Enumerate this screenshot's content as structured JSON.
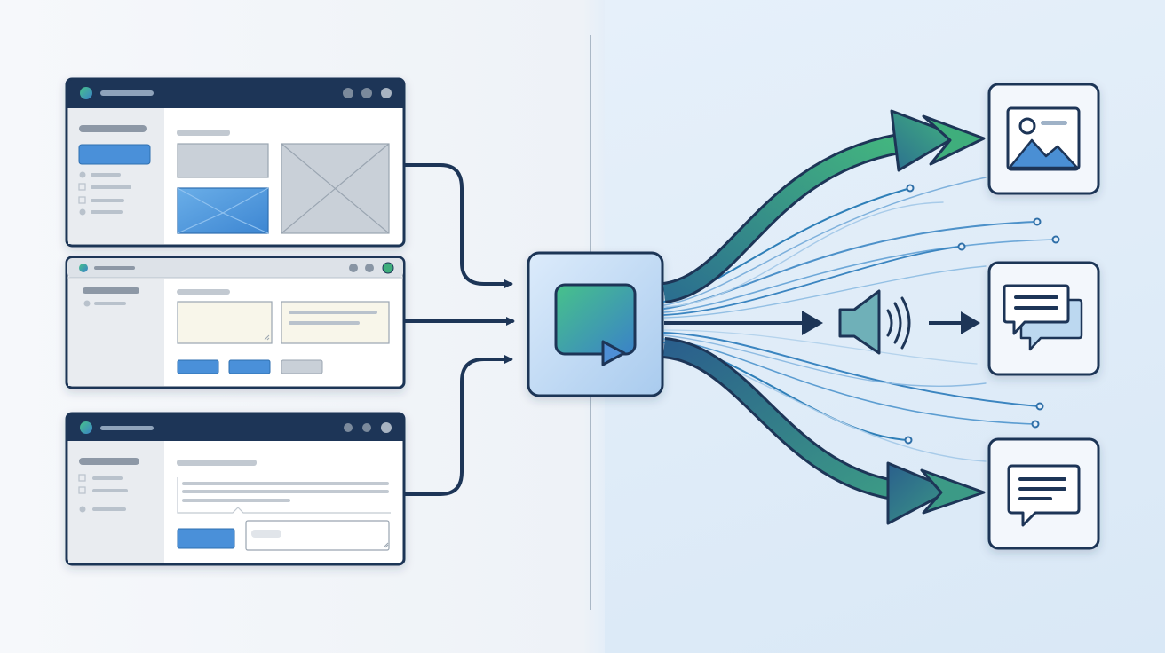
{
  "colors": {
    "navy": "#1d3557",
    "blue": "#4a90d9",
    "green": "#3fae7c",
    "teal": "#2f7f9a",
    "grey_placeholder": "#c9d0d8",
    "window_bg": "#ffffff",
    "sidebar_bg": "#e9ecf0",
    "note_bg": "#f8f6ea"
  },
  "windows": [
    {
      "name": "window-1",
      "titlebar": "dark",
      "content": "image-gallery"
    },
    {
      "name": "window-2",
      "titlebar": "light",
      "content": "text-fields"
    },
    {
      "name": "window-3",
      "titlebar": "dark",
      "content": "chat-input"
    }
  ],
  "central_node": {
    "icon": "video-play-icon"
  },
  "middle_icon": "speaker-icon",
  "outputs": [
    {
      "icon": "image-icon"
    },
    {
      "icon": "chat-bubbles-icon"
    },
    {
      "icon": "chat-bubble-icon"
    }
  ]
}
